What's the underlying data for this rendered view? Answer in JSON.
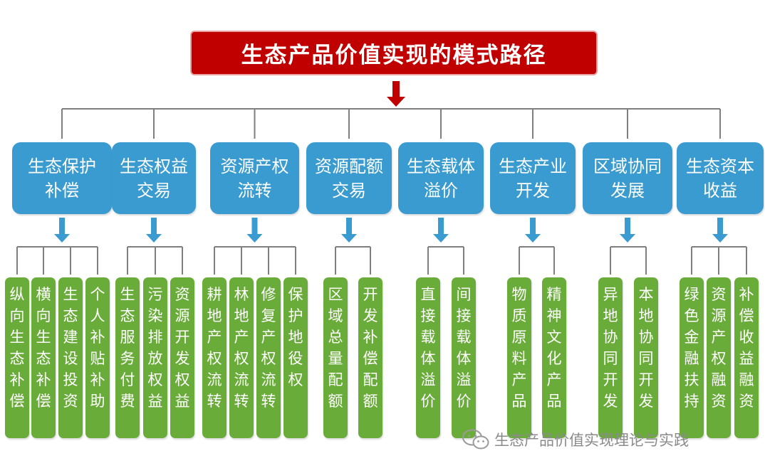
{
  "title": "生态产品价值实现的模式路径",
  "colors": {
    "title_bg": "#c00000",
    "category": "#3a9bd0",
    "leaf": "#6aac3a",
    "line": "#7f7f7f"
  },
  "categories": [
    {
      "label": "生态保护\n补偿",
      "leaves": [
        "纵向生态补偿",
        "横向生态补偿",
        "生态建设投资",
        "个人补贴补助"
      ]
    },
    {
      "label": "生态权益\n交易",
      "leaves": [
        "生态服务付费",
        "污染排放权益",
        "资源开发权益"
      ]
    },
    {
      "label": "资源产权\n流转",
      "leaves": [
        "耕地产权流转",
        "林地产权流转",
        "修复产权流转",
        "保护地役权"
      ]
    },
    {
      "label": "资源配额\n交易",
      "leaves": [
        "区域总量配额",
        "开发补偿配额"
      ]
    },
    {
      "label": "生态载体\n溢价",
      "leaves": [
        "直接载体溢价",
        "间接载体溢价"
      ]
    },
    {
      "label": "生态产业\n开发",
      "leaves": [
        "物质原料产品",
        "精神文化产品"
      ]
    },
    {
      "label": "区域协同\n发展",
      "leaves": [
        "异地协同开发",
        "本地协同开发"
      ]
    },
    {
      "label": "生态资本\n收益",
      "leaves": [
        "绿色金融扶持",
        "资源产权融资",
        "补偿收益融资"
      ]
    }
  ],
  "watermark": {
    "text": "生态产品价值实现理论与实践",
    "icon": "wechat-icon"
  }
}
